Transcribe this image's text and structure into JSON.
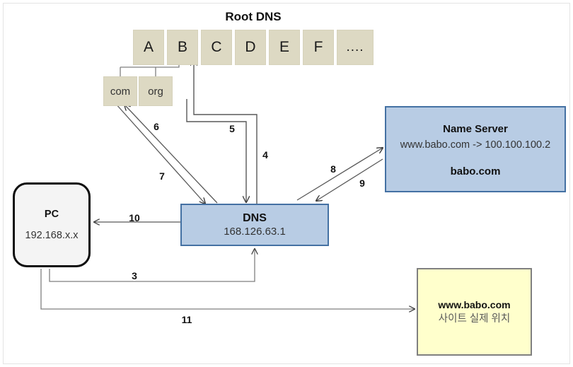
{
  "diagram": {
    "title": "Root DNS",
    "root_servers": [
      "A",
      "B",
      "C",
      "D",
      "E",
      "F",
      "...."
    ],
    "tlds": [
      "com",
      "org"
    ],
    "pc": {
      "title": "PC",
      "address": "192.168.x.x"
    },
    "dns": {
      "title": "DNS",
      "address": "168.126.63.1"
    },
    "name_server": {
      "title": "Name Server",
      "mapping": "www.babo.com -> 100.100.100.2",
      "zone": "babo.com"
    },
    "site": {
      "domain": "www.babo.com",
      "caption": "사이트 실제 위치"
    },
    "steps": {
      "s3": "3",
      "s4": "4",
      "s5": "5",
      "s6": "6",
      "s7": "7",
      "s8": "8",
      "s9": "9",
      "s10": "10",
      "s11": "11"
    },
    "colors": {
      "root_fill": "#ddd9c3",
      "blue_fill": "#b8cce4",
      "blue_stroke": "#4471a3",
      "yellow_fill": "#ffffcc",
      "yellow_stroke": "#808080",
      "pc_fill": "#f4f4f4",
      "pc_stroke": "#0d0d0d",
      "line": "#595959",
      "frame": "#e3e3e3"
    }
  }
}
